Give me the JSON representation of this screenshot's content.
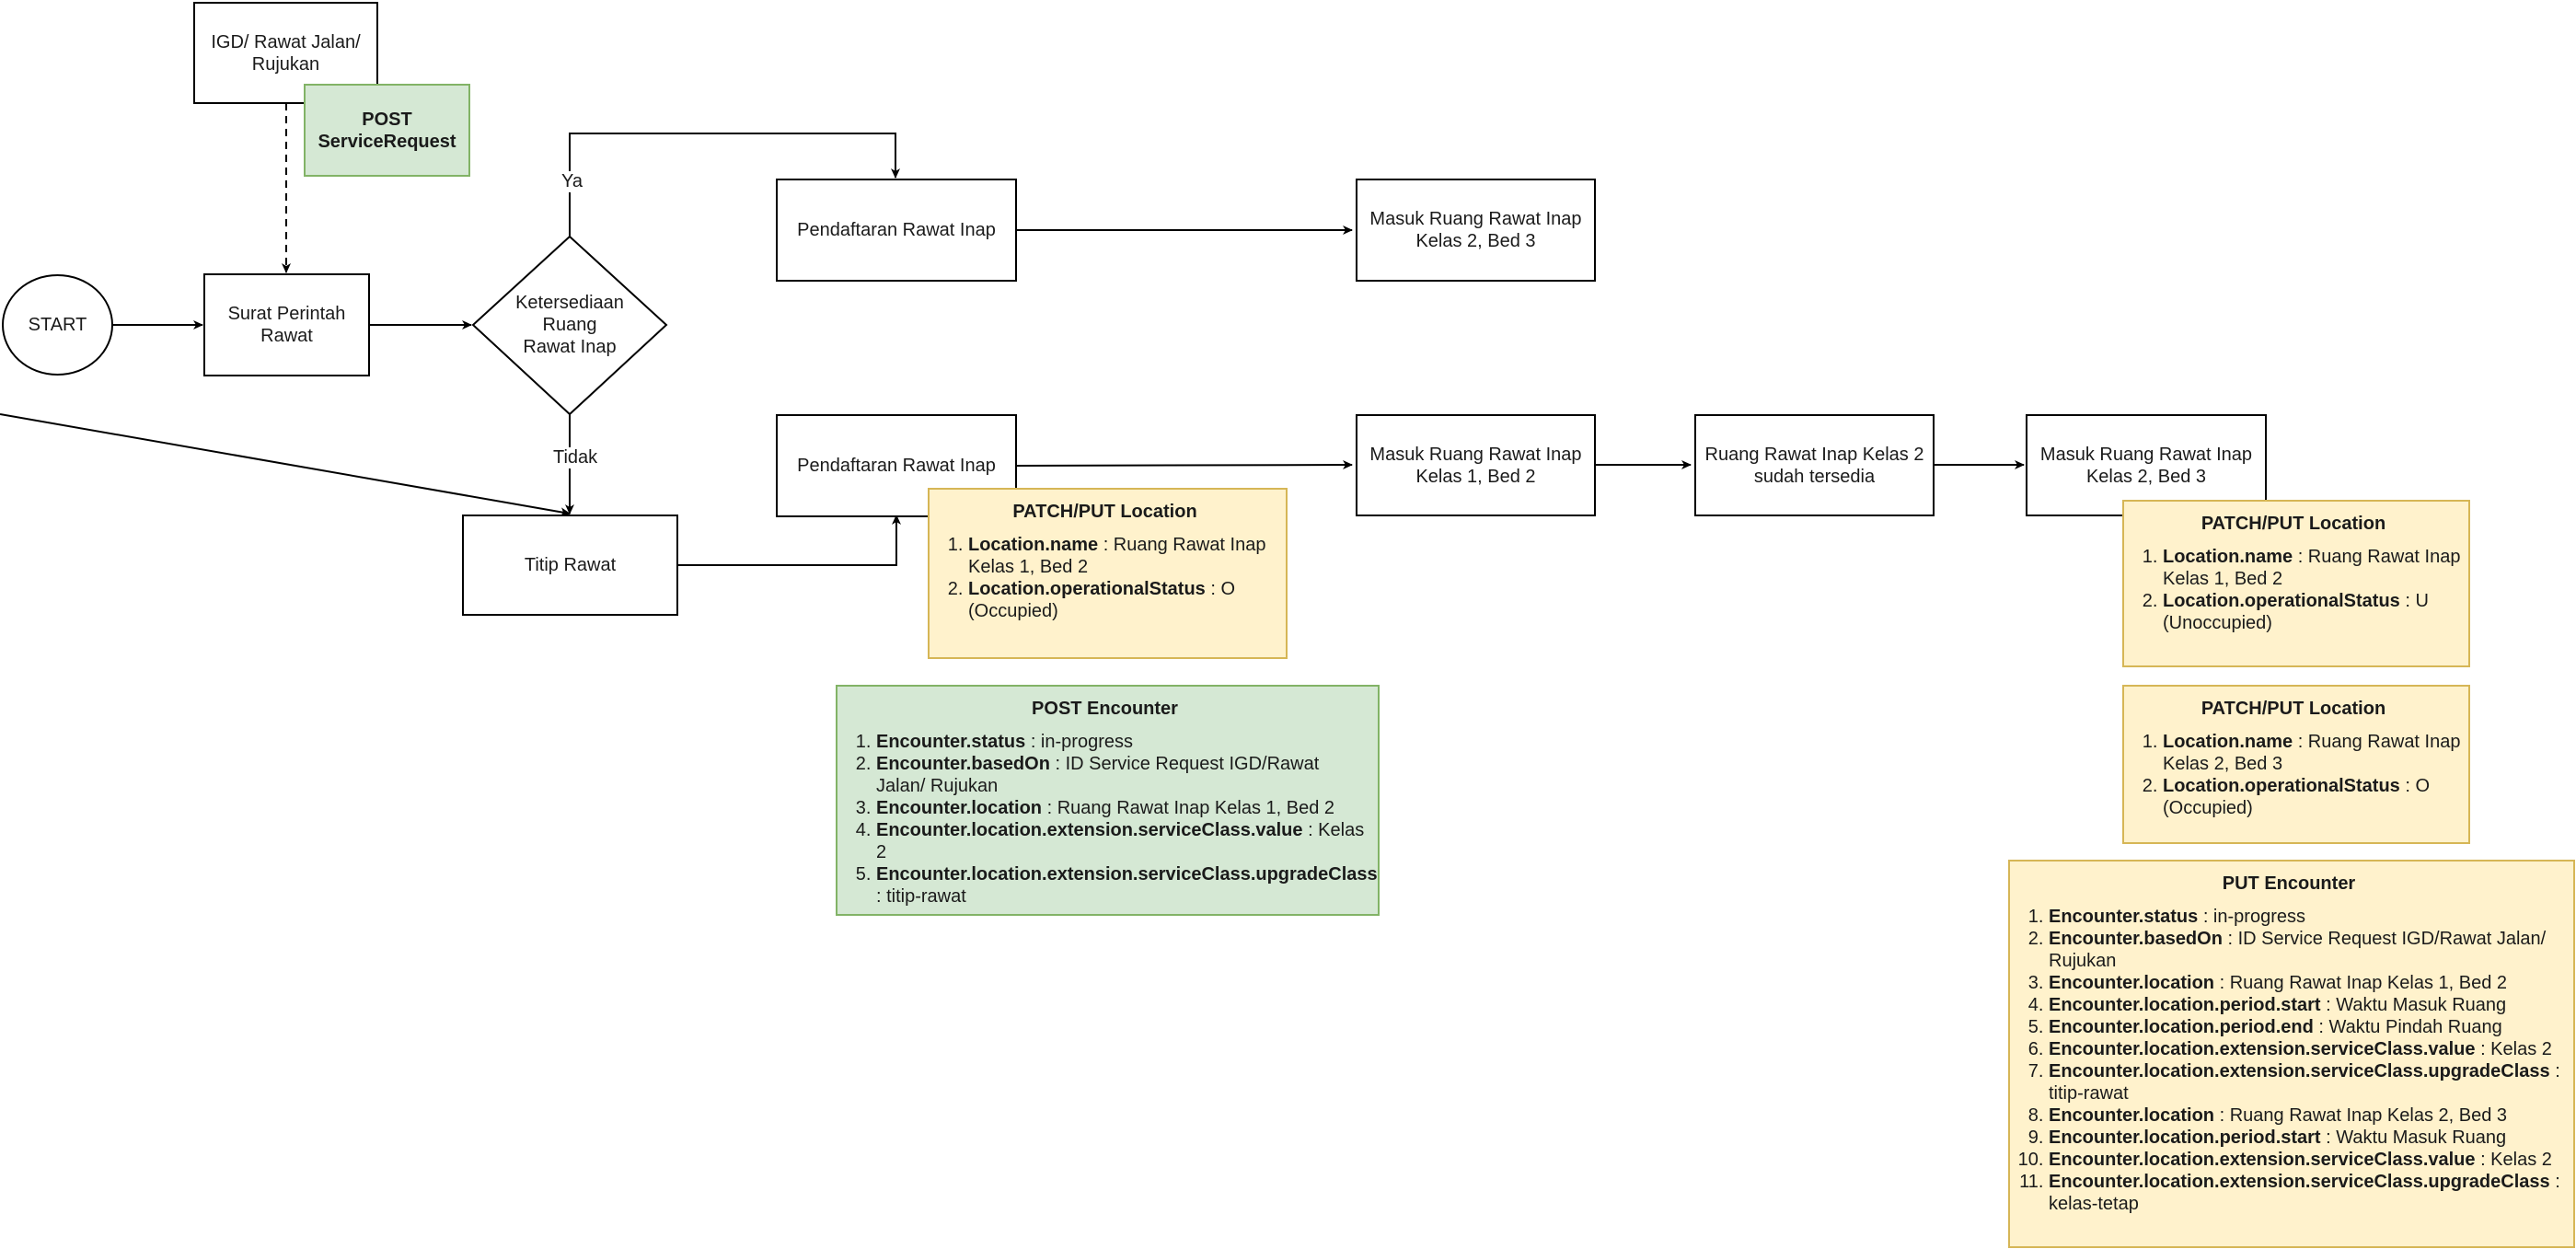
{
  "nodes": {
    "start": "START",
    "igd": "IGD/ Rawat Jalan/\nRujukan",
    "post_service_request": "POST\nServiceRequest",
    "surat_perintah": "Surat Perintah\nRawat",
    "ketersediaan": "Ketersediaan\nRuang\nRawat Inap",
    "ya_label": "Ya",
    "tidak_label": "Tidak",
    "pendaftaran_top": "Pendaftaran Rawat Inap",
    "masuk_top": "Masuk Ruang Rawat Inap\nKelas 2, Bed 3",
    "titip_rawat": "Titip Rawat",
    "pendaftaran_bottom": "Pendaftaran Rawat Inap",
    "masuk_kelas1": "Masuk Ruang Rawat Inap\nKelas 1, Bed 2",
    "ruang_tersedia": "Ruang Rawat Inap Kelas 2\nsudah tersedia",
    "masuk_kelas2": "Masuk Ruang Rawat Inap\nKelas 2, Bed 3"
  },
  "notes": {
    "patch_location_1": {
      "title": "PATCH/PUT Location",
      "items": [
        {
          "key": "Location.name",
          "value": " : Ruang Rawat Inap Kelas 1, Bed 2"
        },
        {
          "key": "Location.operationalStatus",
          "value": " : O (Occupied)"
        }
      ]
    },
    "post_encounter": {
      "title": "POST Encounter",
      "items": [
        {
          "key": "Encounter.status",
          "value": " : in-progress"
        },
        {
          "key": "Encounter.basedOn",
          "value": " : ID Service Request IGD/Rawat Jalan/ Rujukan"
        },
        {
          "key": "Encounter.location",
          "value": " : Ruang Rawat Inap Kelas 1, Bed 2"
        },
        {
          "key": "Encounter.location.extension.serviceClass.value",
          "value": " : Kelas 2"
        },
        {
          "key": "Encounter.location.extension.serviceClass.upgradeClass",
          "value": " : titip-rawat"
        }
      ]
    },
    "patch_location_2": {
      "title": "PATCH/PUT Location",
      "items": [
        {
          "key": "Location.name",
          "value": " : Ruang Rawat Inap Kelas 1, Bed 2"
        },
        {
          "key": "Location.operationalStatus",
          "value": " : U (Unoccupied)"
        }
      ]
    },
    "patch_location_3": {
      "title": "PATCH/PUT Location",
      "items": [
        {
          "key": "Location.name",
          "value": " : Ruang Rawat Inap Kelas 2, Bed 3"
        },
        {
          "key": "Location.operationalStatus",
          "value": " : O (Occupied)"
        }
      ]
    },
    "put_encounter": {
      "title": "PUT Encounter",
      "items": [
        {
          "key": "Encounter.status",
          "value": " : in-progress"
        },
        {
          "key": "Encounter.basedOn",
          "value": " : ID Service Request IGD/Rawat Jalan/ Rujukan"
        },
        {
          "key": "Encounter.location",
          "value": " : Ruang Rawat Inap Kelas 1, Bed 2"
        },
        {
          "key": "Encounter.location.period.start",
          "value": " : Waktu Masuk Ruang"
        },
        {
          "key": "Encounter.location.period.end",
          "value": " : Waktu Pindah Ruang"
        },
        {
          "key": "Encounter.location.extension.serviceClass.value",
          "value": " : Kelas 2"
        },
        {
          "key": "Encounter.location.extension.serviceClass.upgradeClass",
          "value": " : titip-rawat"
        },
        {
          "key": "Encounter.location",
          "value": " : Ruang Rawat Inap Kelas 2, Bed 3"
        },
        {
          "key": "Encounter.location.period.start",
          "value": " : Waktu Masuk Ruang"
        },
        {
          "key": "Encounter.location.extension.serviceClass.value",
          "value": " : Kelas 2"
        },
        {
          "key": "Encounter.location.extension.serviceClass.upgradeClass",
          "value": " : kelas-tetap"
        }
      ]
    }
  },
  "colors": {
    "green_fill": "#d5e8d4",
    "green_stroke": "#82b366",
    "yellow_fill": "#fff2cc",
    "yellow_stroke": "#d6b656"
  }
}
